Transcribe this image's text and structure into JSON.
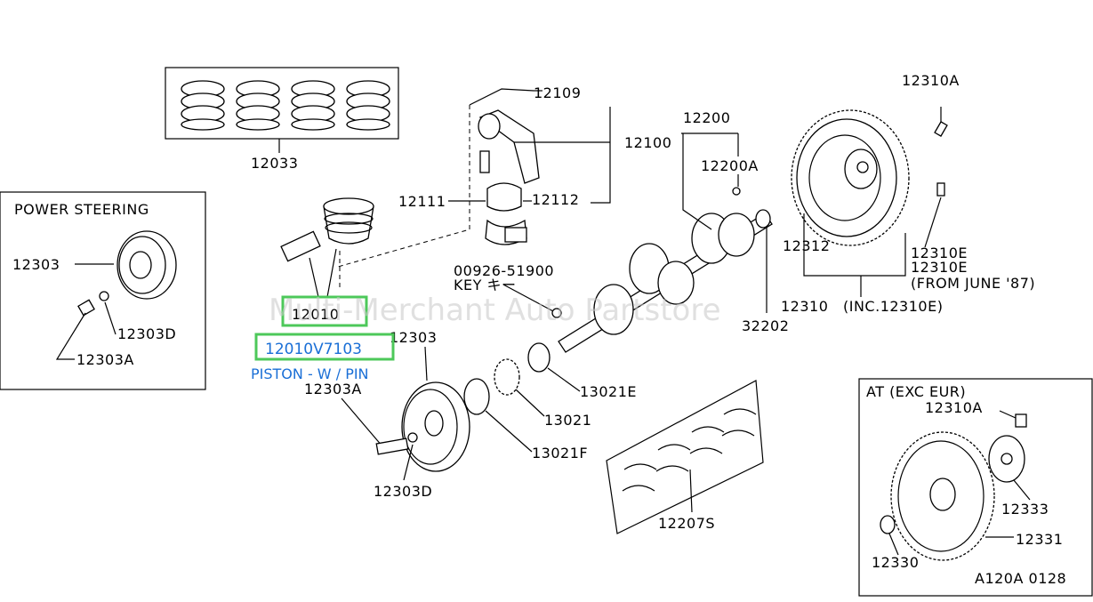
{
  "watermark": "Multi-Merchant Auto Partstore",
  "highlight": {
    "part_number": "12010V7103",
    "description": "PISTON - W / PIN",
    "ref": "12010"
  },
  "insets": {
    "power_steering_title": "POWER STEERING",
    "at_title": "AT  (EXC EUR)"
  },
  "labels": {
    "l12033": "12033",
    "l12109": "12109",
    "l12100": "12100",
    "l12111": "12111",
    "l12112": "12112",
    "l12200": "12200",
    "l12200A": "12200A",
    "l12310A": "12310A",
    "l12312": "12312",
    "l12310E_a": "12310E",
    "l12310E_b": "12310E",
    "l_from_june": "(FROM JUNE '87)",
    "l12310": "12310",
    "l_inc": "(INC.12310E)",
    "l00926": "00926-51900",
    "l_key": "KEY キー",
    "l32202": "32202",
    "l12303_main": "12303",
    "l12303A_main": "12303A",
    "l13021E": "13021E",
    "l13021": "13021",
    "l13021F": "13021F",
    "l12303D_main": "12303D",
    "l12207S": "12207S",
    "ps_12303": "12303",
    "ps_12303D": "12303D",
    "ps_12303A": "12303A",
    "at_12310A": "12310A",
    "at_12333": "12333",
    "at_12331": "12331",
    "at_12330": "12330",
    "code": "A120A 0128"
  }
}
